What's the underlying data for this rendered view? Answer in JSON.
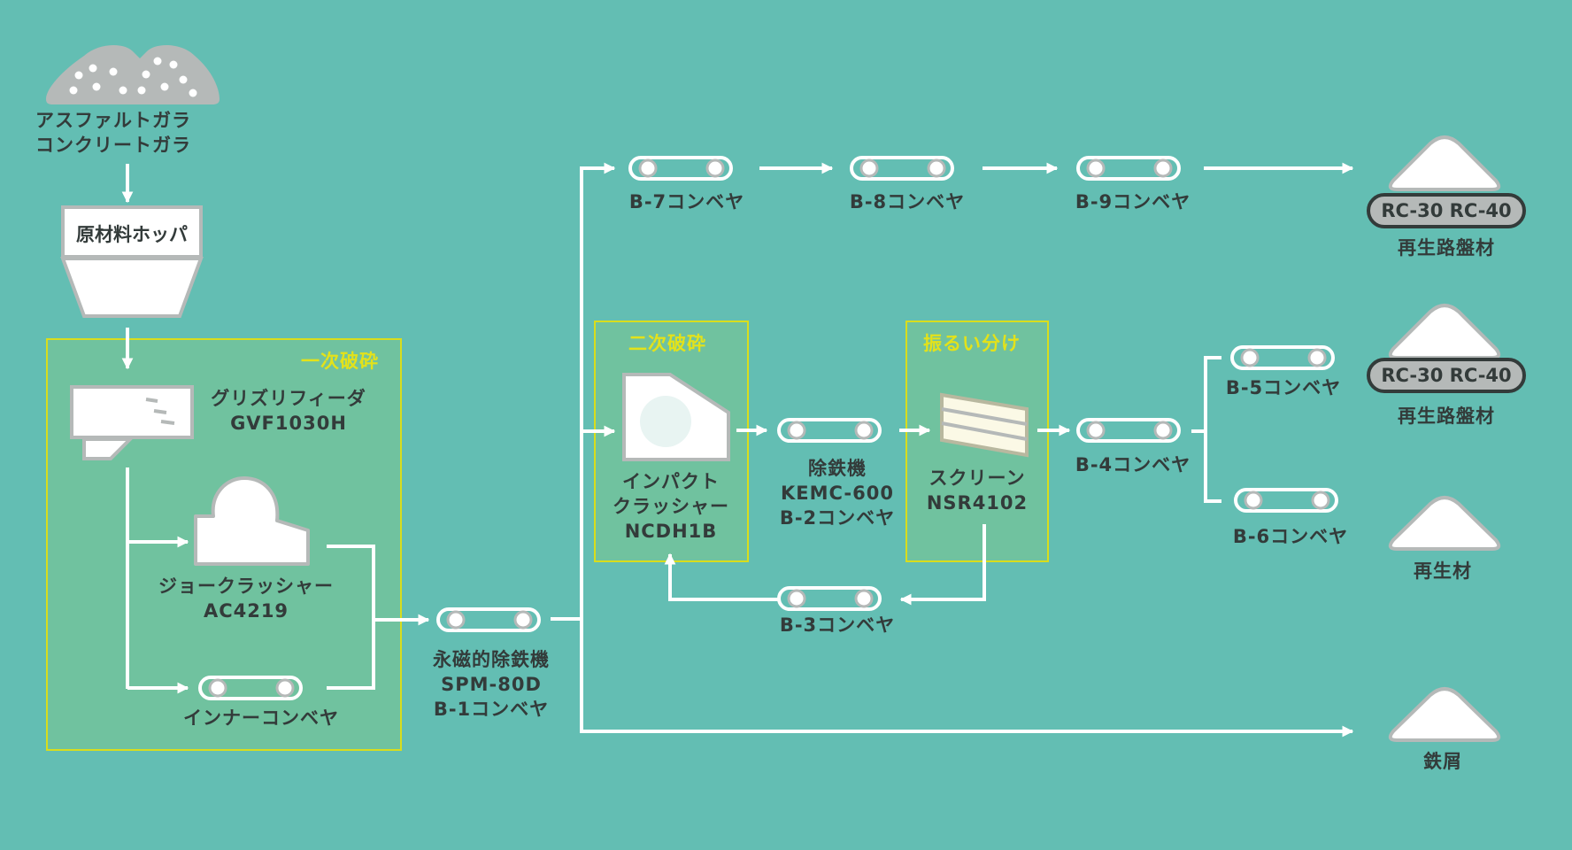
{
  "colors": {
    "background": "#63beb3",
    "group_fill": "#70c29f",
    "group_border": "#d9dd1c",
    "group_title": "#e3e21a",
    "flow_line": "#ffffff",
    "equipment_fill": "#ffffff",
    "equipment_outline": "#b5b9b8",
    "text": "#333b3a",
    "raw_material_pile": "#b5b9b8",
    "screen_fill": "#fbf9e6"
  },
  "raw_material": {
    "icon": "rubble-pile-icon",
    "lines": [
      "アスファルトガラ",
      "コンクリートガラ"
    ]
  },
  "hopper": {
    "label": "原材料ホッパ",
    "icon": "hopper-icon"
  },
  "groups": {
    "primary": {
      "title": "一次破砕"
    },
    "secondary": {
      "title": "二次破砕"
    },
    "screening": {
      "title": "振るい分け"
    }
  },
  "equipment": {
    "grizzly_feeder": {
      "icon": "grizzly-feeder-icon",
      "lines": [
        "グリズリフィーダ",
        "GVF1030H"
      ]
    },
    "jaw_crusher": {
      "icon": "jaw-crusher-icon",
      "lines": [
        "ジョークラッシャー",
        "AC4219"
      ]
    },
    "inner_conveyor": {
      "icon": "conveyor-icon",
      "lines": [
        "インナーコンベヤ"
      ]
    },
    "b1": {
      "icon": "conveyor-icon",
      "lines": [
        "永磁的除鉄機",
        "SPM-80D",
        "B-1コンベヤ"
      ]
    },
    "impact_crusher": {
      "icon": "impact-crusher-icon",
      "lines": [
        "インパクト",
        "クラッシャー",
        "NCDH1B"
      ]
    },
    "b2": {
      "icon": "conveyor-icon",
      "lines": [
        "除鉄機",
        "KEMC-600",
        "B-2コンベヤ"
      ]
    },
    "screen": {
      "icon": "vibrating-screen-icon",
      "lines": [
        "スクリーン",
        "NSR4102"
      ]
    },
    "b3": {
      "icon": "conveyor-icon",
      "lines": [
        "B-3コンベヤ"
      ]
    },
    "b4": {
      "icon": "conveyor-icon",
      "lines": [
        "B-4コンベヤ"
      ]
    },
    "b5": {
      "icon": "conveyor-icon",
      "lines": [
        "B-5コンベヤ"
      ]
    },
    "b6": {
      "icon": "conveyor-icon",
      "lines": [
        "B-6コンベヤ"
      ]
    },
    "b7": {
      "icon": "conveyor-icon",
      "lines": [
        "B-7コンベヤ"
      ]
    },
    "b8": {
      "icon": "conveyor-icon",
      "lines": [
        "B-8コンベヤ"
      ]
    },
    "b9": {
      "icon": "conveyor-icon",
      "lines": [
        "B-9コンベヤ"
      ]
    }
  },
  "products": [
    {
      "id": "product-1",
      "icon": "stockpile-icon",
      "grade": "RC-30 RC-40",
      "label": "再生路盤材"
    },
    {
      "id": "product-2",
      "icon": "stockpile-icon",
      "grade": "RC-30 RC-40",
      "label": "再生路盤材"
    },
    {
      "id": "product-3",
      "icon": "stockpile-icon",
      "grade": null,
      "label": "再生材"
    },
    {
      "id": "product-4",
      "icon": "stockpile-icon",
      "grade": null,
      "label": "鉄屑"
    }
  ]
}
